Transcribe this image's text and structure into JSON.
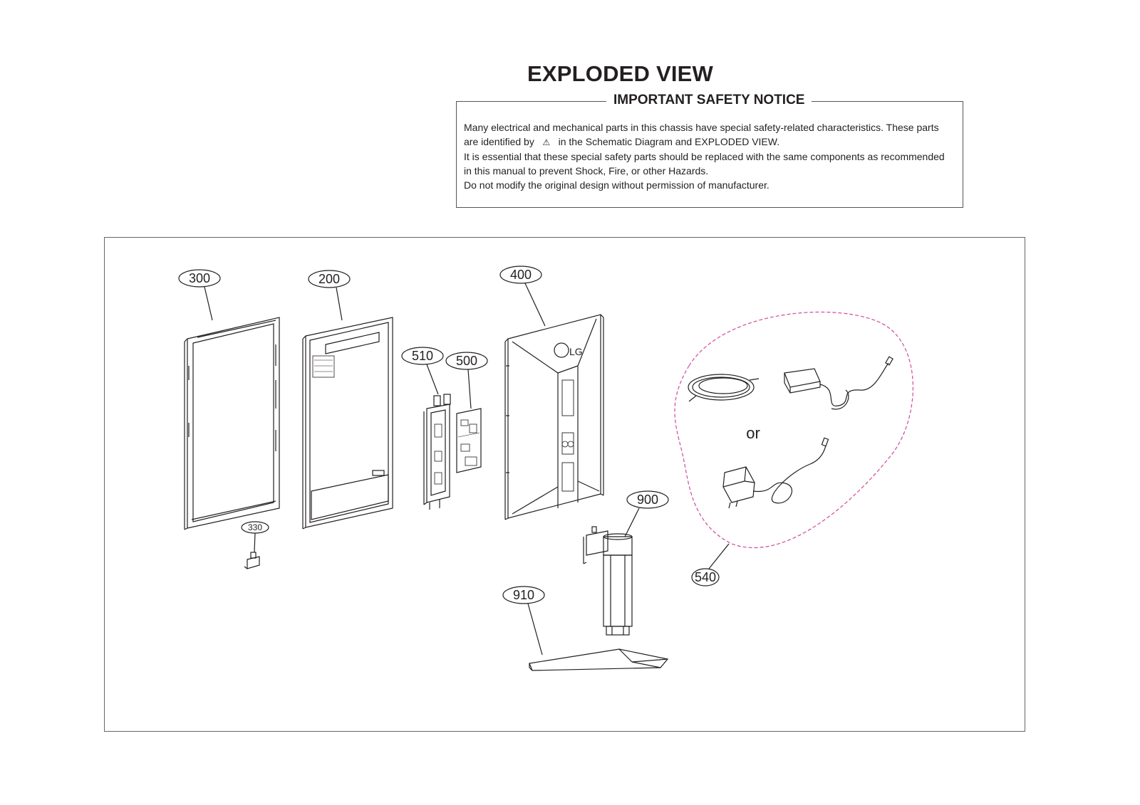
{
  "header": {
    "title": "EXPLODED VIEW"
  },
  "notice": {
    "heading": "IMPORTANT SAFETY NOTICE",
    "line1": "Many electrical and mechanical parts in this chassis have special safety-related characteristics. These parts",
    "line2_pre": "are identified by",
    "line2_post": "in the Schematic Diagram and EXPLODED VIEW.",
    "line3": "It is essential that these special safety parts should be replaced with the same components as recommended",
    "line4": "in this manual to prevent Shock, Fire, or other Hazards.",
    "line5": "Do not modify the original design without permission of manufacturer."
  },
  "diagram": {
    "callouts": {
      "c300": "300",
      "c200": "200",
      "c400": "400",
      "c510": "510",
      "c500": "500",
      "c330": "330",
      "c900": "900",
      "c910": "910",
      "c540": "540"
    },
    "or_label": "or",
    "adapter_group_color": "#d04a9a"
  }
}
